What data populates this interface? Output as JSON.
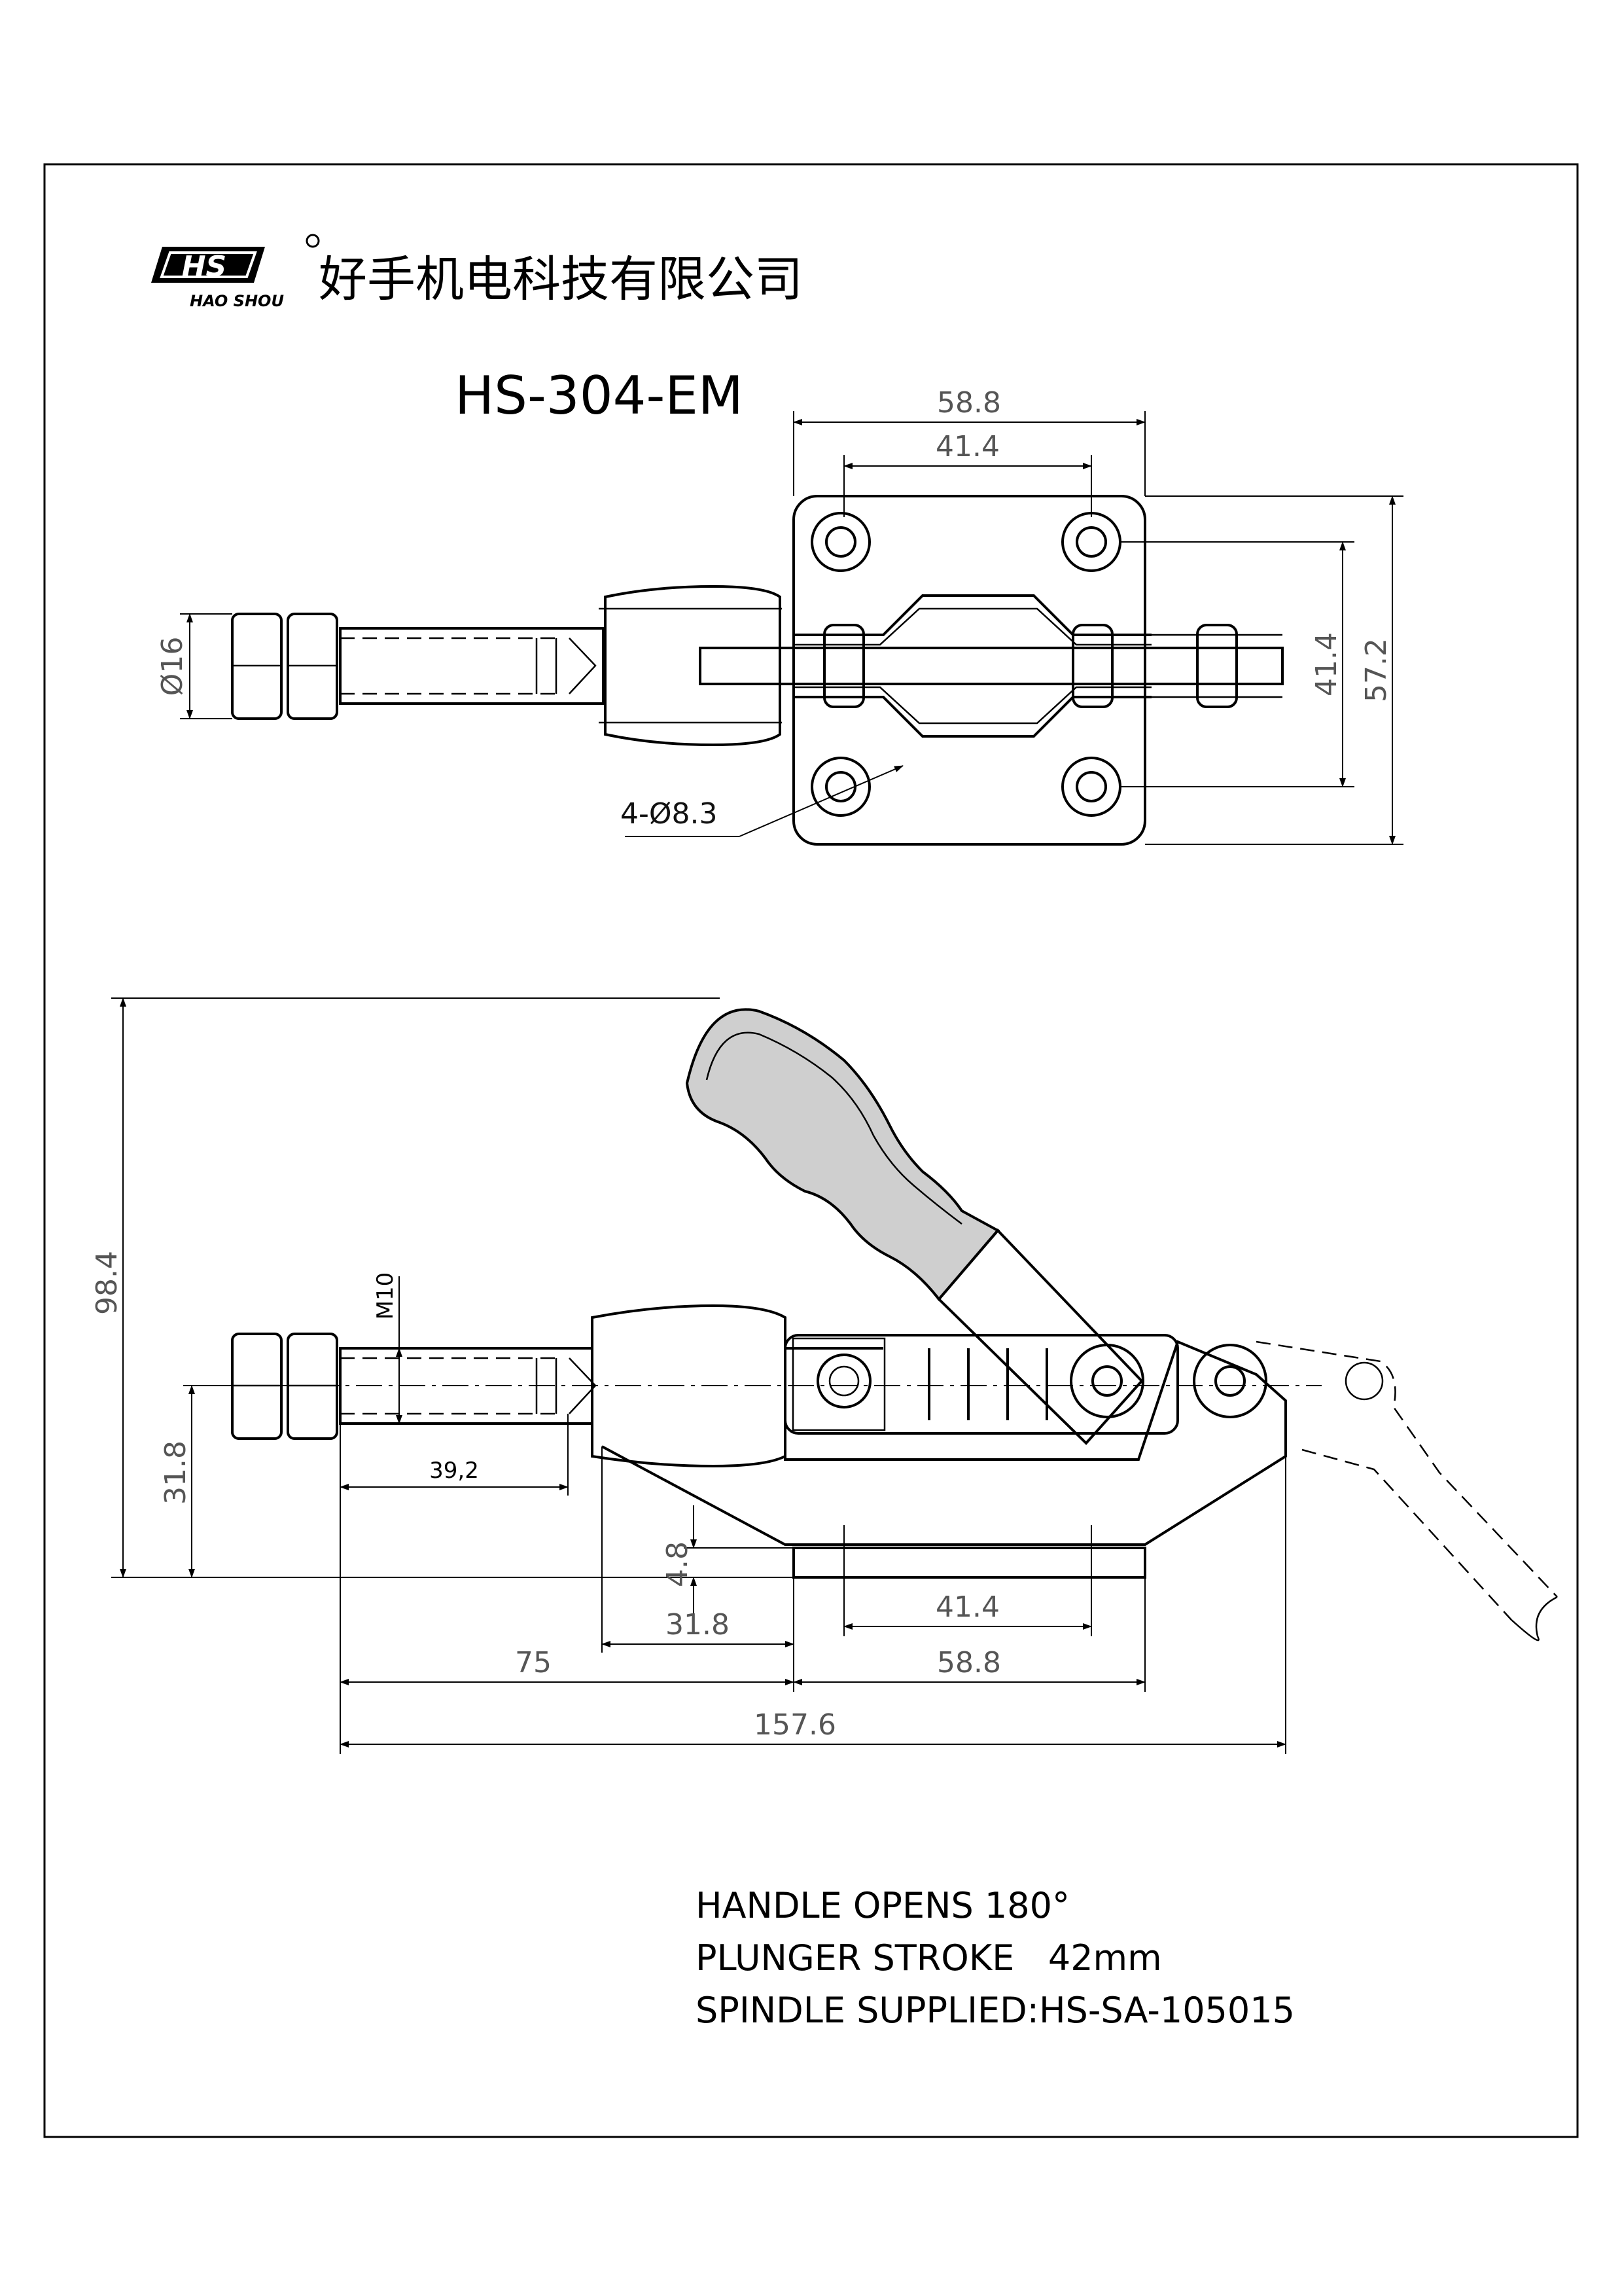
{
  "header": {
    "logo_text": "HS",
    "logo_subtitle": "HAO SHOU",
    "company_name": "好手机电科技有限公司",
    "model": "HS-304-EM"
  },
  "top_view_dimensions": {
    "base_width": "58.8",
    "hole_spacing_x": "41.4",
    "hole_spacing_y": "41.4",
    "base_height": "57.2",
    "spindle_diameter": "Ø16",
    "holes": "4-Ø8.3"
  },
  "side_view_dimensions": {
    "total_height": "98.4",
    "thread": "M10",
    "axis_height": "31.8",
    "thread_length": "39,2",
    "base_thickness": "4.8",
    "hole_spacing": "41.4",
    "offset": "31.8",
    "plunger_length": "75",
    "base_length": "58.8",
    "total_length": "157.6"
  },
  "notes": {
    "line1": "HANDLE OPENS 180°",
    "line2": "PLUNGER STROKE   42mm",
    "line3": "SPINDLE SUPPLIED:HS-SA-105015"
  }
}
